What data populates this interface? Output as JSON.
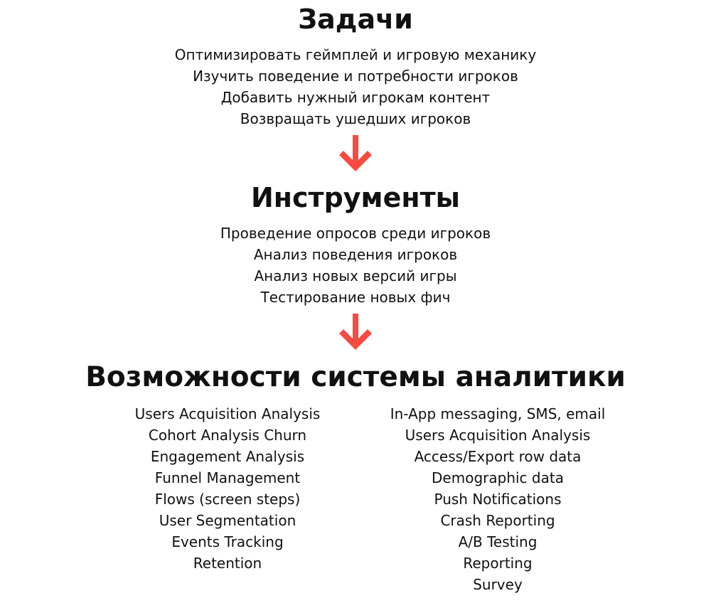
{
  "sections": [
    {
      "title": "Задачи",
      "items": [
        "Оптимизировать геймплей и игровую механику",
        "Изучить поведение и потребности игроков",
        "Добавить нужный игрокам контент",
        "Возвращать ушедших игроков"
      ]
    },
    {
      "title": "Инструменты",
      "items": [
        "Проведение опросов среди игроков",
        "Анализ поведения игроков",
        "Анализ новых версий игры",
        "Тестирование новых фич"
      ]
    },
    {
      "title": "Возможности системы аналитики",
      "left_items": [
        "Users Acquisition Analysis",
        "Cohort Analysis Churn",
        "Engagement Analysis",
        "Funnel Management",
        "Flows (screen steps)",
        "User Segmentation",
        "Events Tracking",
        "Retention"
      ],
      "right_items": [
        "In-App messaging, SMS, email",
        "Users Acquisition Analysis",
        "Access/Export row data",
        "Demographic data",
        "Push Notifications",
        "Crash Reporting",
        "A/B Testing",
        "Reporting",
        "Survey"
      ]
    }
  ],
  "arrow_color": "#f44b42"
}
